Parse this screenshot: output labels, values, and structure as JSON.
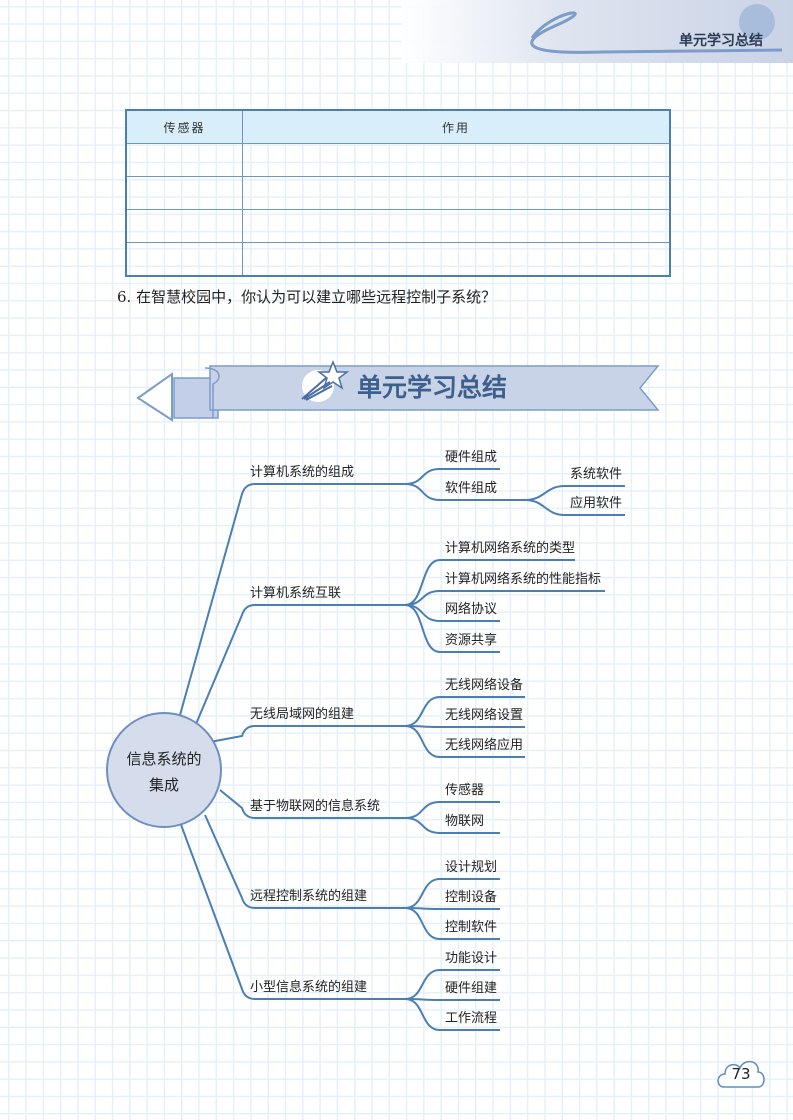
{
  "header": {
    "title": "单元学习总结"
  },
  "table": {
    "headers": [
      "传感器",
      "作用"
    ],
    "rows": [
      [
        "",
        ""
      ],
      [
        "",
        ""
      ],
      [
        "",
        ""
      ],
      [
        "",
        ""
      ]
    ]
  },
  "question": "6. 在智慧校园中，你认为可以建立哪些远程控制子系统？",
  "banner": {
    "title": "单元学习总结"
  },
  "mindmap": {
    "root": [
      "信息系统的",
      "集成"
    ],
    "branches": [
      {
        "label": "计算机系统的组成",
        "children": [
          {
            "label": "硬件组成"
          },
          {
            "label": "软件组成",
            "children": [
              {
                "label": "系统软件"
              },
              {
                "label": "应用软件"
              }
            ]
          }
        ]
      },
      {
        "label": "计算机系统互联",
        "children": [
          {
            "label": "计算机网络系统的类型"
          },
          {
            "label": "计算机网络系统的性能指标"
          },
          {
            "label": "网络协议"
          },
          {
            "label": "资源共享"
          }
        ]
      },
      {
        "label": "无线局域网的组建",
        "children": [
          {
            "label": "无线网络设备"
          },
          {
            "label": "无线网络设置"
          },
          {
            "label": "无线网络应用"
          }
        ]
      },
      {
        "label": "基于物联网的信息系统",
        "children": [
          {
            "label": "传感器"
          },
          {
            "label": "物联网"
          }
        ]
      },
      {
        "label": "远程控制系统的组建",
        "children": [
          {
            "label": "设计规划"
          },
          {
            "label": "控制设备"
          },
          {
            "label": "控制软件"
          }
        ]
      },
      {
        "label": "小型信息系统的组建",
        "children": [
          {
            "label": "功能设计"
          },
          {
            "label": "硬件组建"
          },
          {
            "label": "工作流程"
          }
        ]
      }
    ]
  },
  "page_number": "73",
  "colors": {
    "line": "#4a7fb5",
    "root_fill": "#d5dcec",
    "banner_fill": "#c9d3e8"
  }
}
